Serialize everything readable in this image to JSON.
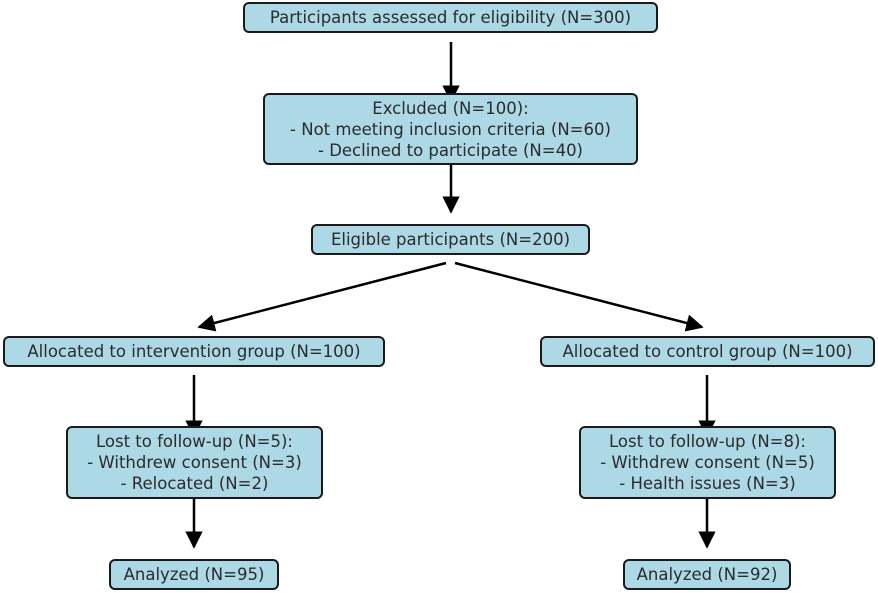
{
  "colors": {
    "box_fill": "#add8e6",
    "border": "#1a1a1a",
    "arrow": "#000000",
    "text": "#2b2b2b"
  },
  "nodes": {
    "assessed": {
      "lines": [
        "Participants assessed for eligibility (N=300)"
      ]
    },
    "excluded": {
      "lines": [
        "Excluded (N=100):",
        "- Not meeting inclusion criteria (N=60)",
        "- Declined to participate (N=40)"
      ]
    },
    "eligible": {
      "lines": [
        "Eligible participants (N=200)"
      ]
    },
    "intervention": {
      "lines": [
        "Allocated to intervention group (N=100)"
      ]
    },
    "control": {
      "lines": [
        "Allocated to control group (N=100)"
      ]
    },
    "lost_intervention": {
      "lines": [
        "Lost to follow-up (N=5):",
        "- Withdrew consent (N=3)",
        "- Relocated (N=2)"
      ]
    },
    "lost_control": {
      "lines": [
        "Lost to follow-up (N=8):",
        "- Withdrew consent (N=5)",
        "- Health issues (N=3)"
      ]
    },
    "analyzed_intervention": {
      "lines": [
        "Analyzed (N=95)"
      ]
    },
    "analyzed_control": {
      "lines": [
        "Analyzed (N=92)"
      ]
    }
  },
  "edges": [
    {
      "from": "assessed",
      "to": "excluded"
    },
    {
      "from": "excluded",
      "to": "eligible"
    },
    {
      "from": "eligible",
      "to": "intervention"
    },
    {
      "from": "eligible",
      "to": "control"
    },
    {
      "from": "intervention",
      "to": "lost_intervention"
    },
    {
      "from": "control",
      "to": "lost_control"
    },
    {
      "from": "lost_intervention",
      "to": "analyzed_intervention"
    },
    {
      "from": "lost_control",
      "to": "analyzed_control"
    }
  ]
}
